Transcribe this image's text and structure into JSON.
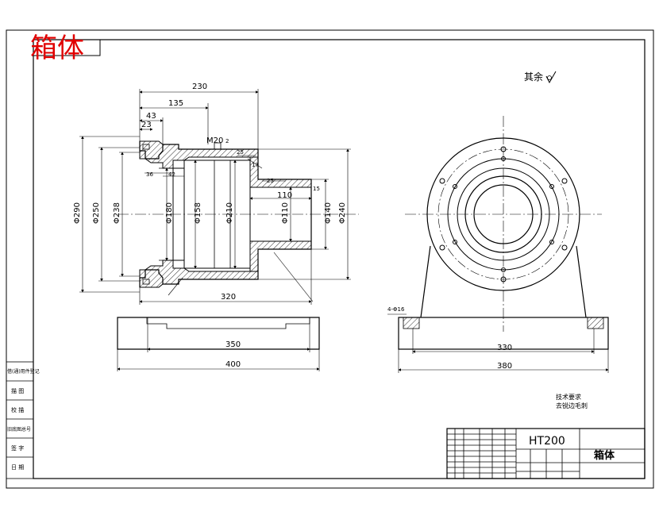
{
  "title_stamp": "箱体",
  "surface_note": "其余",
  "material": "HT200",
  "part_name": "箱体",
  "tech_requirements": [
    "技术要求",
    "去锐边毛刺"
  ],
  "front_view_dims": {
    "d230": "230",
    "d135": "135",
    "d43": "43",
    "d23": "23",
    "m20": "M20",
    "d2": "2",
    "d25a": "25",
    "d17": "17",
    "d36": "36",
    "d42": "42",
    "d25b": "25",
    "d110": "110",
    "d15": "15",
    "phi290": "Φ290",
    "phi250": "Φ250",
    "phi238": "Φ238",
    "phi180": "Φ180",
    "phi158": "Φ158",
    "phi210": "Φ210",
    "phi110": "Φ110",
    "phi140": "Φ140",
    "phi240": "Φ240",
    "d320": "320",
    "d350": "350",
    "d400": "400"
  },
  "side_view_dims": {
    "holes": "4-Φ16",
    "d330": "330",
    "d380": "380"
  },
  "left_column": [
    "借(通)用件登记",
    "描  图",
    "校  描",
    "旧底图总号",
    "签  字",
    "日  期"
  ]
}
